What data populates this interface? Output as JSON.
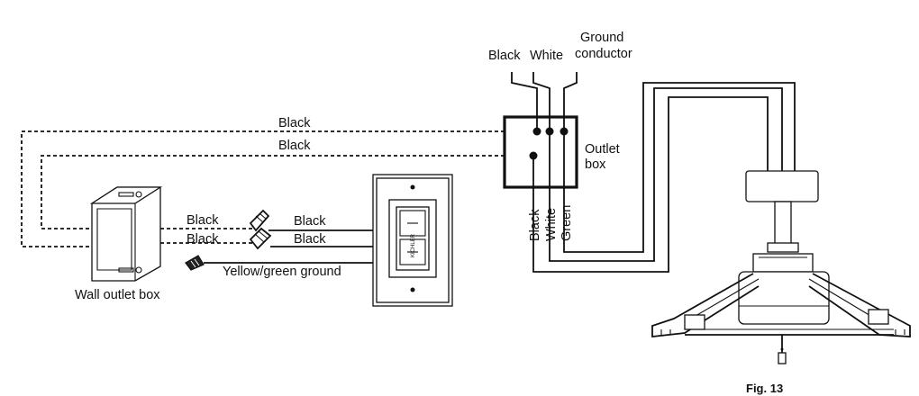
{
  "labels": {
    "ground_conductor_line1": "Ground",
    "ground_conductor_line2": "conductor",
    "top_black": "Black",
    "top_white": "White",
    "dashed_black_1": "Black",
    "dashed_black_2": "Black",
    "outlet_box_line1": "Outlet",
    "outlet_box_line2": "box",
    "vertical_black": "Black",
    "vertical_white": "White",
    "vertical_green": "Green",
    "left_black_1": "Black",
    "left_black_2": "Black",
    "right_black_1": "Black",
    "right_black_2": "Black",
    "ground_wire": "Yellow/green ground",
    "wall_outlet_box": "Wall outlet box",
    "switch_brand": "KICHLER",
    "figure": "Fig. 13"
  },
  "colors": {
    "line": "#111111",
    "background": "#ffffff"
  }
}
